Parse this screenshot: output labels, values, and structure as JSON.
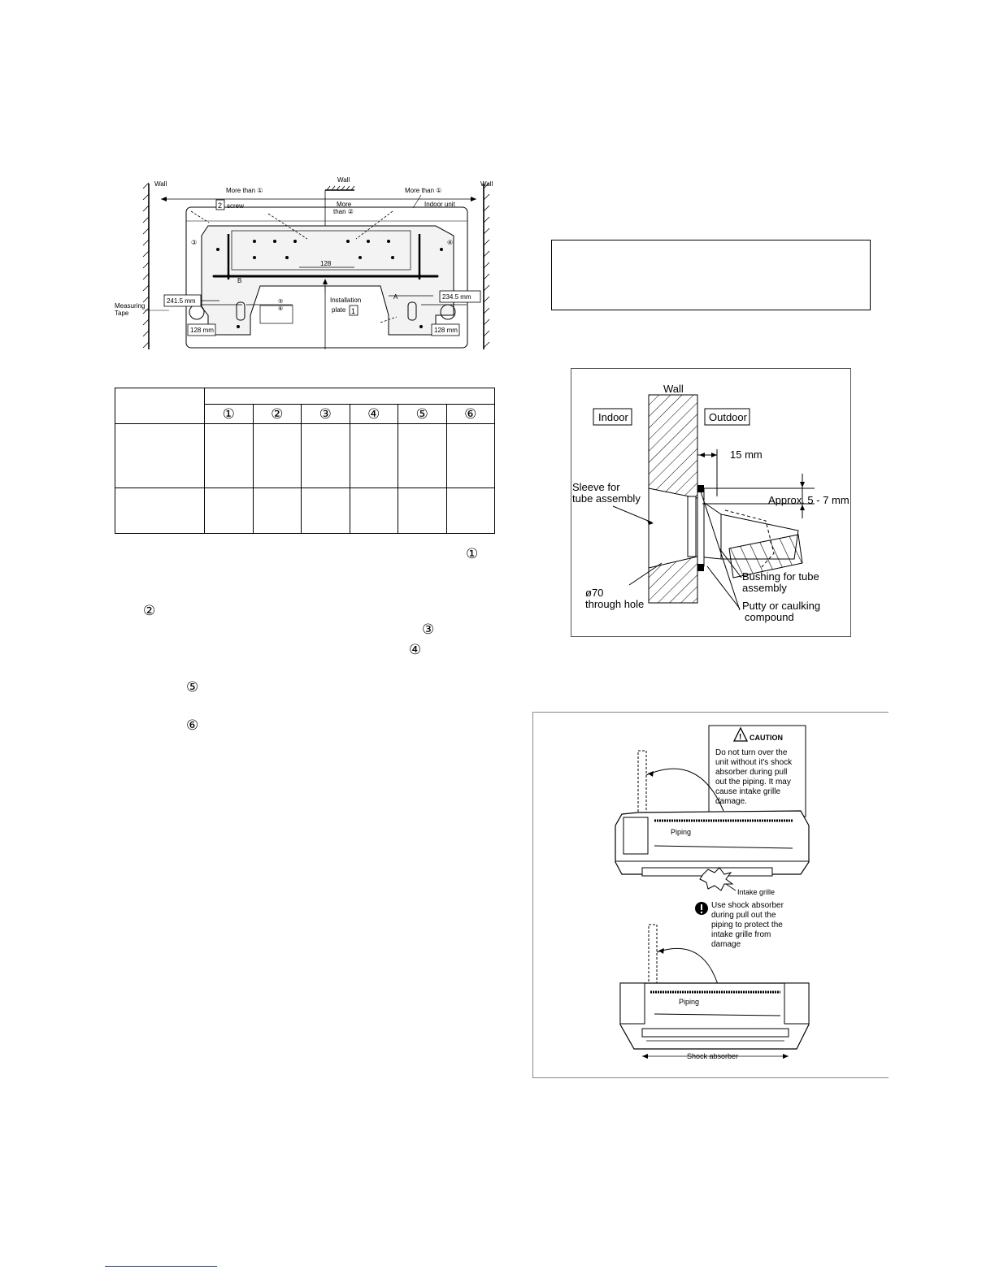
{
  "fig1": {
    "wall_left": "Wall",
    "wall_top": "Wall",
    "wall_right": "Wall",
    "more_than_1_left": "More than ①",
    "more_than_1_right": "More than ①",
    "screw_num": "2",
    "screw": "screw",
    "more": "More",
    "than_2": "than ②",
    "indoor_unit": "Indoor unit",
    "c3": "③",
    "c4": "④",
    "c5": "⑤",
    "c6": "⑥",
    "dim_128_center": "128",
    "dim_left_height": "241.5 mm",
    "dim_right_height": "234.5 mm",
    "dim_left_bottom": "128 mm",
    "dim_right_bottom": "128 mm",
    "measuring": "Measuring",
    "tape": "Tape",
    "installation": "Installation",
    "plate": "plate",
    "plate_num": "1",
    "label_a": "A",
    "label_b": "B"
  },
  "table": {
    "headers": [
      "①",
      "②",
      "③",
      "④",
      "⑤",
      "⑥"
    ]
  },
  "markers": [
    "①",
    "②",
    "③",
    "④",
    "⑤",
    "⑥"
  ],
  "fig2": {
    "wall": "Wall",
    "indoor": "Indoor",
    "outdoor": "Outdoor",
    "dim_15": "15 mm",
    "sleeve_1": "Sleeve for",
    "sleeve_2": "tube assembly",
    "approx": "Approx. 5 - 7 mm",
    "bushing_1": "Bushing for tube",
    "bushing_2": "assembly",
    "hole_1": "ø70",
    "hole_2": "through hole",
    "putty_1": "Putty or caulking",
    "putty_2": "compound"
  },
  "fig3": {
    "caution_title": "CAUTION",
    "caution_lines": [
      "Do not turn over the",
      "unit without it's shock",
      "absorber during pull",
      "out the piping. It may",
      "cause intake grille",
      "damage."
    ],
    "piping_top": "Piping",
    "intake_grille": "Intake grille",
    "use_lines": [
      "Use shock absorber",
      "during pull out the",
      "piping to protect the",
      "intake grille from",
      "damage"
    ],
    "piping_bottom": "Piping",
    "shock_absorber": "Shock absorber"
  }
}
